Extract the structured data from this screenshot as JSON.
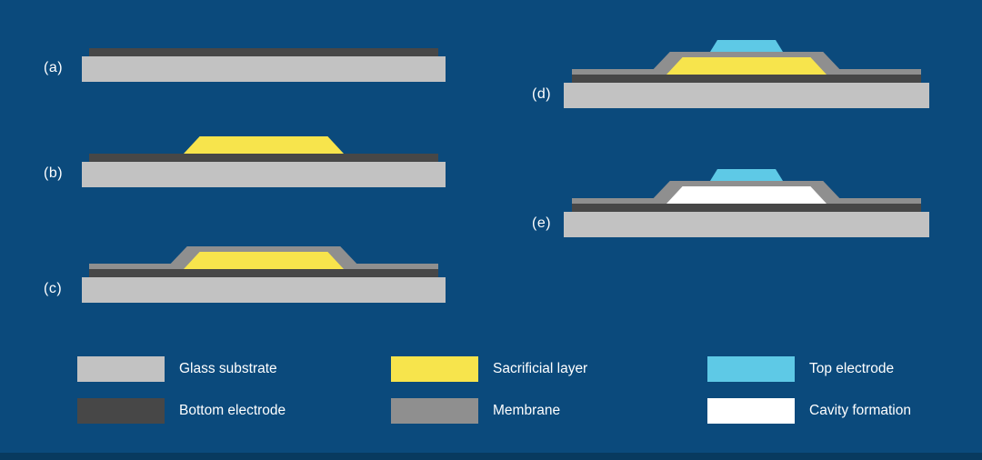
{
  "colors": {
    "background": "#0b4a7c",
    "footer_bar": "#083a5f",
    "text": "#ffffff",
    "glass_substrate": "#c2c2c2",
    "bottom_electrode": "#474747",
    "membrane": "#8f8f8f",
    "sacrificial_layer": "#f7e44c",
    "top_electrode": "#5ec9e6",
    "cavity": "#ffffff"
  },
  "panels": [
    {
      "label": "(a)",
      "layers": [
        "bottom-electrode",
        "glass-substrate"
      ]
    },
    {
      "label": "(b)",
      "layers": [
        "sacrificial-layer",
        "bottom-electrode",
        "glass-substrate"
      ]
    },
    {
      "label": "(c)",
      "layers": [
        "membrane",
        "sacrificial-layer",
        "bottom-electrode",
        "glass-substrate"
      ]
    },
    {
      "label": "(d)",
      "layers": [
        "top-electrode",
        "membrane",
        "sacrificial-layer",
        "bottom-electrode",
        "glass-substrate"
      ]
    },
    {
      "label": "(e)",
      "layers": [
        "top-electrode",
        "membrane",
        "cavity-formation",
        "bottom-electrode",
        "glass-substrate"
      ]
    }
  ],
  "legend": {
    "items": [
      {
        "label": "Glass substrate",
        "color": "#c2c2c2"
      },
      {
        "label": "Bottom electrode",
        "color": "#474747"
      },
      {
        "label": "Sacrificial layer",
        "color": "#f7e44c"
      },
      {
        "label": "Membrane",
        "color": "#8f8f8f"
      },
      {
        "label": "Top electrode",
        "color": "#5ec9e6"
      },
      {
        "label": "Cavity formation",
        "color": "#ffffff"
      }
    ]
  }
}
